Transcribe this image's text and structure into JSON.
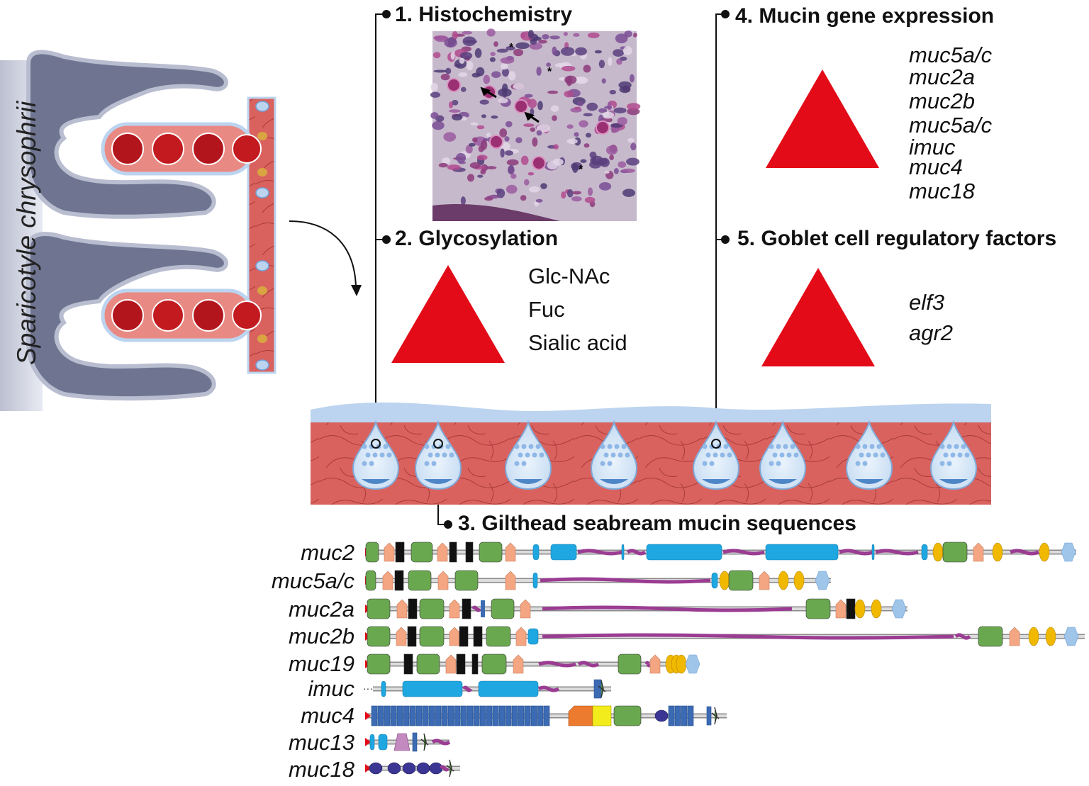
{
  "species": "Sparicotyle chrysophrii",
  "sections": {
    "histochemistry": "1. Histochemistry",
    "glycosylation": "2. Glycosylation",
    "sequences": "3. Gilthead seabream mucin sequences",
    "expression": "4. Mucin gene expression",
    "regulatory": "5. Goblet cell regulatory factors"
  },
  "glycosylation_items": [
    "Glc-NAc",
    "Fuc",
    "Sialic acid"
  ],
  "expression_genes": [
    "muc5a/c",
    "muc2a",
    "muc2b",
    "muc5a/c",
    "imuc",
    "muc4",
    "muc18"
  ],
  "regulatory_genes": [
    "elf3",
    "agr2"
  ],
  "micrograph_markers": [
    "*",
    "*",
    "*"
  ],
  "mucin_sequences": [
    "muc2",
    "muc5a/c",
    "muc2a",
    "muc2b",
    "muc19",
    "imuc",
    "muc4",
    "muc13",
    "muc18"
  ],
  "colors": {
    "increase_triangle": "#e30b17",
    "vwd_domain": "#6aa84f",
    "cys_domain": "#f4a582",
    "c8_domain": "#111111",
    "ser_thr_repeat": "#9b3c93",
    "sea_domain": "#1ea7e1",
    "vwc_domain": "#f1b800",
    "ck_domain": "#9fc5e8",
    "egf_domain": "#3c6bb4",
    "epithelium": "#d9625f",
    "mucus_layer": "#bcd4ef",
    "parasite": "#6f7591"
  }
}
